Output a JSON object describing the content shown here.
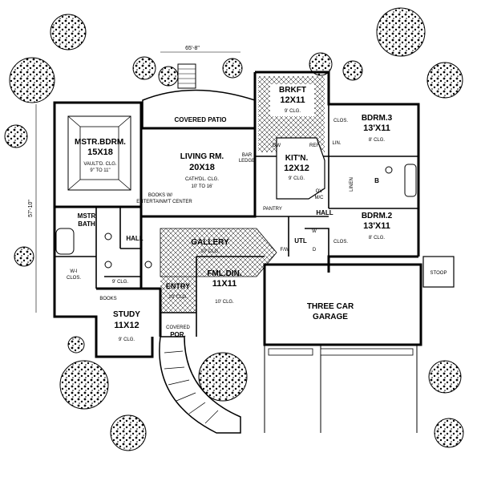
{
  "plan": {
    "overall_width": "65'-8\"",
    "overall_depth": "57'-10\"",
    "rooms": {
      "master_bedroom": {
        "name": "MSTR.BDRM.",
        "size": "15X18",
        "note1": "VAULT'D. CLG.",
        "note2": "9\" TO 11\""
      },
      "living_room": {
        "name": "LIVING RM.",
        "size": "20X18",
        "note": "CATH'DL. CLG.",
        "note2": "10' TO 16'"
      },
      "breakfast": {
        "name": "BRKFT",
        "size": "12X11",
        "note": "9' CLG."
      },
      "kitchen": {
        "name": "KIT'N.",
        "size": "12X12",
        "note": "9' CLG."
      },
      "bedroom3": {
        "name": "BDRM.3",
        "size": "13'X11",
        "note": "8' CLG."
      },
      "bedroom2": {
        "name": "BDRM.2",
        "size": "13'X11",
        "note": "8' CLG."
      },
      "master_bath": {
        "name": "MSTR",
        "name2": "BATH"
      },
      "family_dining": {
        "name": "FML.DIN.",
        "size": "11X11",
        "note": "10' CLG."
      },
      "study": {
        "name": "STUDY",
        "size": "11X12",
        "note": "9' CLG."
      },
      "garage": {
        "name": "THREE CAR",
        "name2": "GARAGE"
      },
      "gallery": {
        "name": "GALLERY",
        "note": "10' CLG."
      },
      "entry": {
        "name": "ENTRY",
        "note": "10' CLG."
      }
    },
    "labels": {
      "covered_patio": "COVERED PATIO",
      "covered_porch": "COVERED",
      "covered_porch2": "POR.",
      "hall_left": "HALL",
      "hall_right": "HALL",
      "pantry": "PANTRY",
      "utility": "UTL",
      "stoop": "STOOP",
      "books_ent": "BOOKS W/",
      "books_ent2": "ENTERTAINM'T CENTER",
      "books": "BOOKS",
      "wi_closet": "W-I",
      "wi_closet2": "CLOS.",
      "closet_a": "CLOS.",
      "closet_b": "CLOS.",
      "linen": "LINEN",
      "linen2": "LIN.",
      "bar_ledge": "BAR",
      "bar_ledge2": "LEDGE",
      "dw": "DW",
      "ref": "REF",
      "ov": "OV",
      "mc": "M/C",
      "b": "B",
      "w": "W",
      "d": "D",
      "fw": "F/W",
      "clg_9": "9' CLG."
    }
  }
}
